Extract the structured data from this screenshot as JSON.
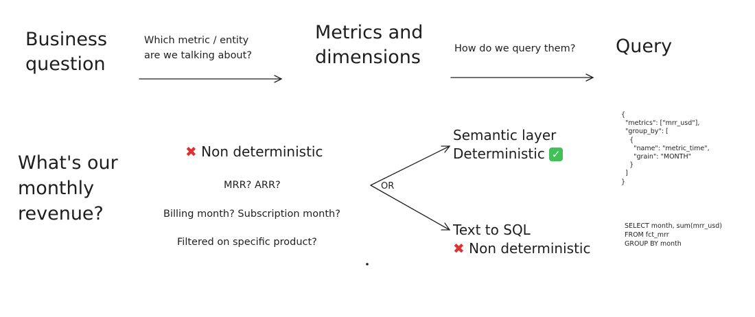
{
  "header": {
    "step1": [
      "Business",
      "question"
    ],
    "arrow1_label": [
      "Which metric / entity",
      "are we talking about?"
    ],
    "step2": [
      "Metrics and",
      "dimensions"
    ],
    "arrow2_label": "How do we query them?",
    "step3": "Query"
  },
  "question": [
    "What's our",
    "monthly",
    "revenue?"
  ],
  "ambiguity": {
    "title": "Non deterministic",
    "questions": [
      "MRR? ARR?",
      "Billing month? Subscription month?",
      "Filtered on specific product?"
    ]
  },
  "branch_label": "OR",
  "semantic": {
    "title": "Semantic layer",
    "status": "Deterministic"
  },
  "text_to_sql": {
    "title": "Text to SQL",
    "status": "Non deterministic"
  },
  "json_query": [
    "{",
    "  \"metrics\": [\"mrr_usd\"],",
    "  \"group_by\": [",
    "    {",
    "      \"name\": \"metric_time\",",
    "      \"grain\": \"MONTH\"",
    "    }",
    "  ]",
    "}"
  ],
  "sql_query": [
    "SELECT month, sum(mrr_usd)",
    "FROM fct_mrr",
    "GROUP BY month"
  ],
  "colors": {
    "ink": "#1e1e1e",
    "cross": "#e03131",
    "check": "#40c057"
  }
}
